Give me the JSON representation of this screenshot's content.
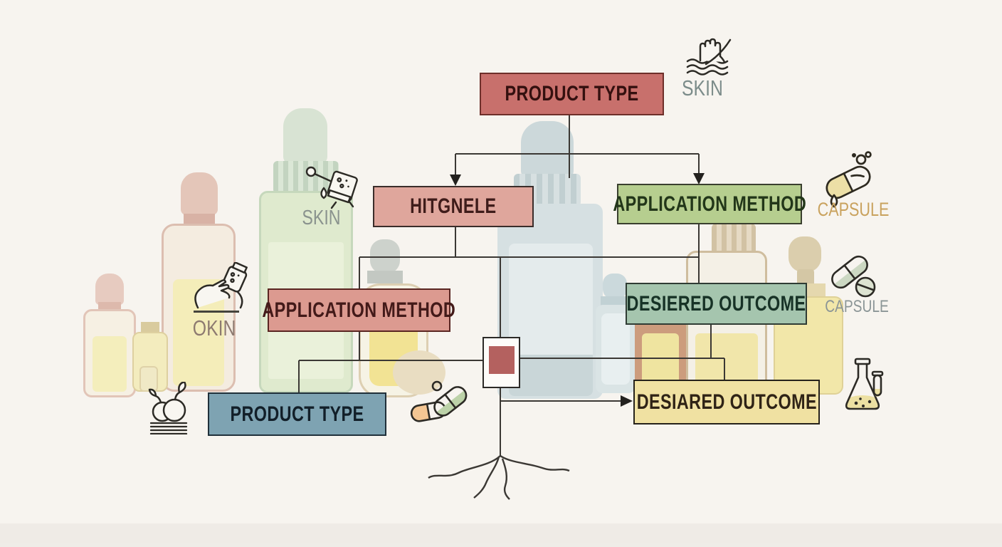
{
  "title": "Product selection flowchart infographic",
  "colors": {
    "background": "#f7f4ef",
    "connector_line": "#3b3834",
    "junction_square": "#b4615f"
  },
  "boxes": {
    "product_type_top": {
      "label": "PRODUCT TYPE",
      "fill": "#c8706c",
      "text_color": "#34100f"
    },
    "hitgnele": {
      "label": "HITGNELE",
      "fill": "#dfa69c",
      "text_color": "#3f1c1a"
    },
    "application_method_right": {
      "label": "APPLICATION METHOD",
      "fill": "#b6ce8f",
      "text_color": "#223619"
    },
    "application_method_left": {
      "label": "APPLICATION METHOD",
      "fill": "#dc9a90",
      "text_color": "#431a19"
    },
    "desiered_outcome": {
      "label": "DESIERED OUTCOME",
      "fill": "#a5c5ae",
      "text_color": "#173226"
    },
    "product_type_bottom": {
      "label": "PRODUCT TYPE",
      "fill": "#7ea3b2",
      "text_color": "#121f29"
    },
    "desiared_outcome": {
      "label": "DESIARED OUTCOME",
      "fill": "#f0e1a2",
      "text_color": "#2f2316"
    }
  },
  "icon_labels": {
    "skin_hand": {
      "label": "SKIN",
      "color": "#7c8c8a"
    },
    "skin_dropper": {
      "label": "SKIN",
      "color": "#8a938e"
    },
    "capsule_droplet": {
      "label": "CAPSULE",
      "color": "#c9a25e"
    },
    "capsule_pill": {
      "label": "CAPSULE",
      "color": "#8b9596"
    },
    "okin": {
      "label": "OKIN",
      "color": "#8d7a70"
    }
  },
  "edges": [
    {
      "from": "product_type_top",
      "to": "hitgnele",
      "arrow": true
    },
    {
      "from": "product_type_top",
      "to": "application_method_right",
      "arrow": true
    },
    {
      "from": "hitgnele",
      "to": "junction_node",
      "arrow": false
    },
    {
      "from": "application_method_right",
      "to": "desiered_outcome",
      "arrow": false
    },
    {
      "from": "application_method_left",
      "to": "junction_node",
      "arrow": false
    },
    {
      "from": "junction_node",
      "to": "product_type_bottom",
      "arrow": false
    },
    {
      "from": "desiered_outcome",
      "to": "desiared_outcome",
      "arrow": false
    },
    {
      "from": "junction_node",
      "to": "desiared_outcome",
      "arrow": true
    }
  ]
}
